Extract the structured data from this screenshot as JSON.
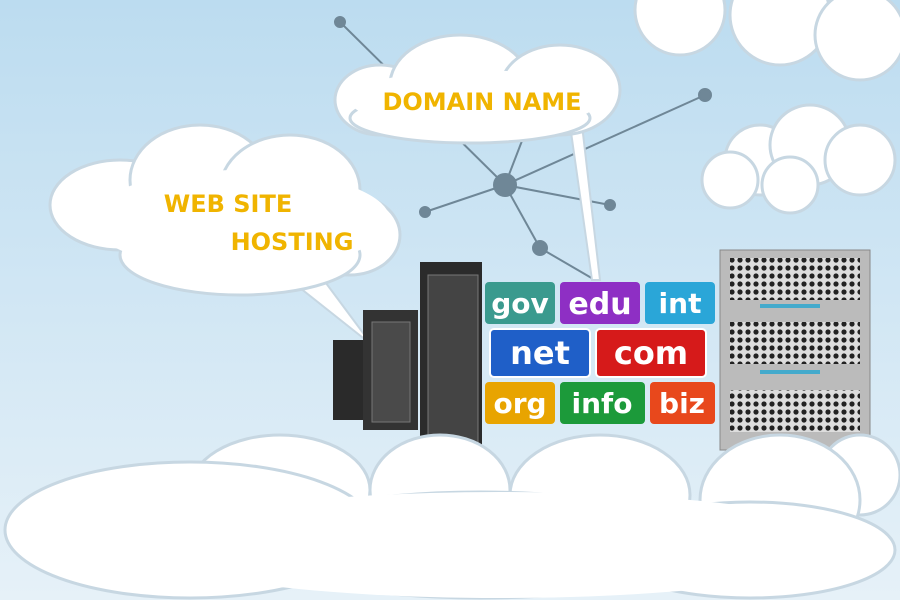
{
  "callouts": {
    "domain": "DOMAIN NAME",
    "hosting_line1": "WEB SITE",
    "hosting_line2": "HOSTING"
  },
  "signs": [
    {
      "label": "gov",
      "color": "#3a9a8e"
    },
    {
      "label": "edu",
      "color": "#8e2fc4"
    },
    {
      "label": "int",
      "color": "#2aa6d8"
    },
    {
      "label": "net",
      "color": "#1f5fc8"
    },
    {
      "label": "com",
      "color": "#d61a1a"
    },
    {
      "label": "org",
      "color": "#e8a400"
    },
    {
      "label": "info",
      "color": "#1c9a3a"
    },
    {
      "label": "biz",
      "color": "#e8481c"
    }
  ]
}
